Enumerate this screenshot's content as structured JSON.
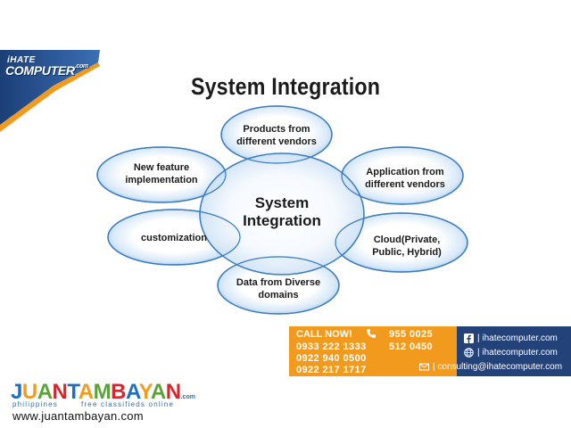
{
  "brand": {
    "top_text": "iHATE",
    "main_text": "COMPUTER",
    "domain_suffix": ".com",
    "colors": {
      "banner_dark": "#1c3f77",
      "banner_light": "#3c6fb5",
      "stripe": "#f19a1d"
    }
  },
  "title": "System Integration",
  "diagram": {
    "center": {
      "line1": "System",
      "line2": "Integration"
    },
    "nodes": [
      {
        "id": "products",
        "line1": "Products from",
        "line2": "different vendors"
      },
      {
        "id": "application",
        "line1": "Application from",
        "line2": "different vendors"
      },
      {
        "id": "cloud",
        "line1": "Cloud(Private,",
        "line2": "Public, Hybrid)"
      },
      {
        "id": "data",
        "line1": "Data from Diverse",
        "line2": "domains"
      },
      {
        "id": "customization",
        "line1": "customization",
        "line2": ""
      },
      {
        "id": "new-feature",
        "line1": "New feature",
        "line2": "implementation"
      }
    ],
    "colors": {
      "fill_inner": "#ffffff",
      "fill_outer": "#b9d8f4",
      "stroke": "#3d7cc0"
    }
  },
  "contact": {
    "call_now": "CALL NOW!",
    "phones_col1": [
      "0933 222 1333",
      "0922 940 0500",
      "0922 217 1717"
    ],
    "phones_col2": [
      "955 0025",
      "512 0450"
    ],
    "facebook": "| ihatecomputer.com",
    "website": "| ihatecomputer.com",
    "email": "| consulting@ihatecomputer.com",
    "icons": [
      "phone-icon",
      "facebook-icon",
      "globe-icon",
      "email-icon"
    ],
    "colors": {
      "orange": "#f19a1d",
      "blue": "#24427a"
    }
  },
  "footer": {
    "logo_letters": [
      "J",
      "U",
      "A",
      "N",
      "T",
      "A",
      "M",
      "B",
      "A",
      "Y",
      "A",
      "N"
    ],
    "logo_colors": [
      "#1f6fc0",
      "#f29c1f",
      "#5aa33a",
      "#d8262d",
      "#1f6fc0",
      "#f29c1f",
      "#5aa33a",
      "#d8262d",
      "#1f6fc0",
      "#f29c1f",
      "#5aa33a",
      "#d8262d"
    ],
    "logo_suffix": ".com",
    "country": "philippines",
    "tagline": "free classifieds online",
    "url": "www.juantambayan.com"
  }
}
